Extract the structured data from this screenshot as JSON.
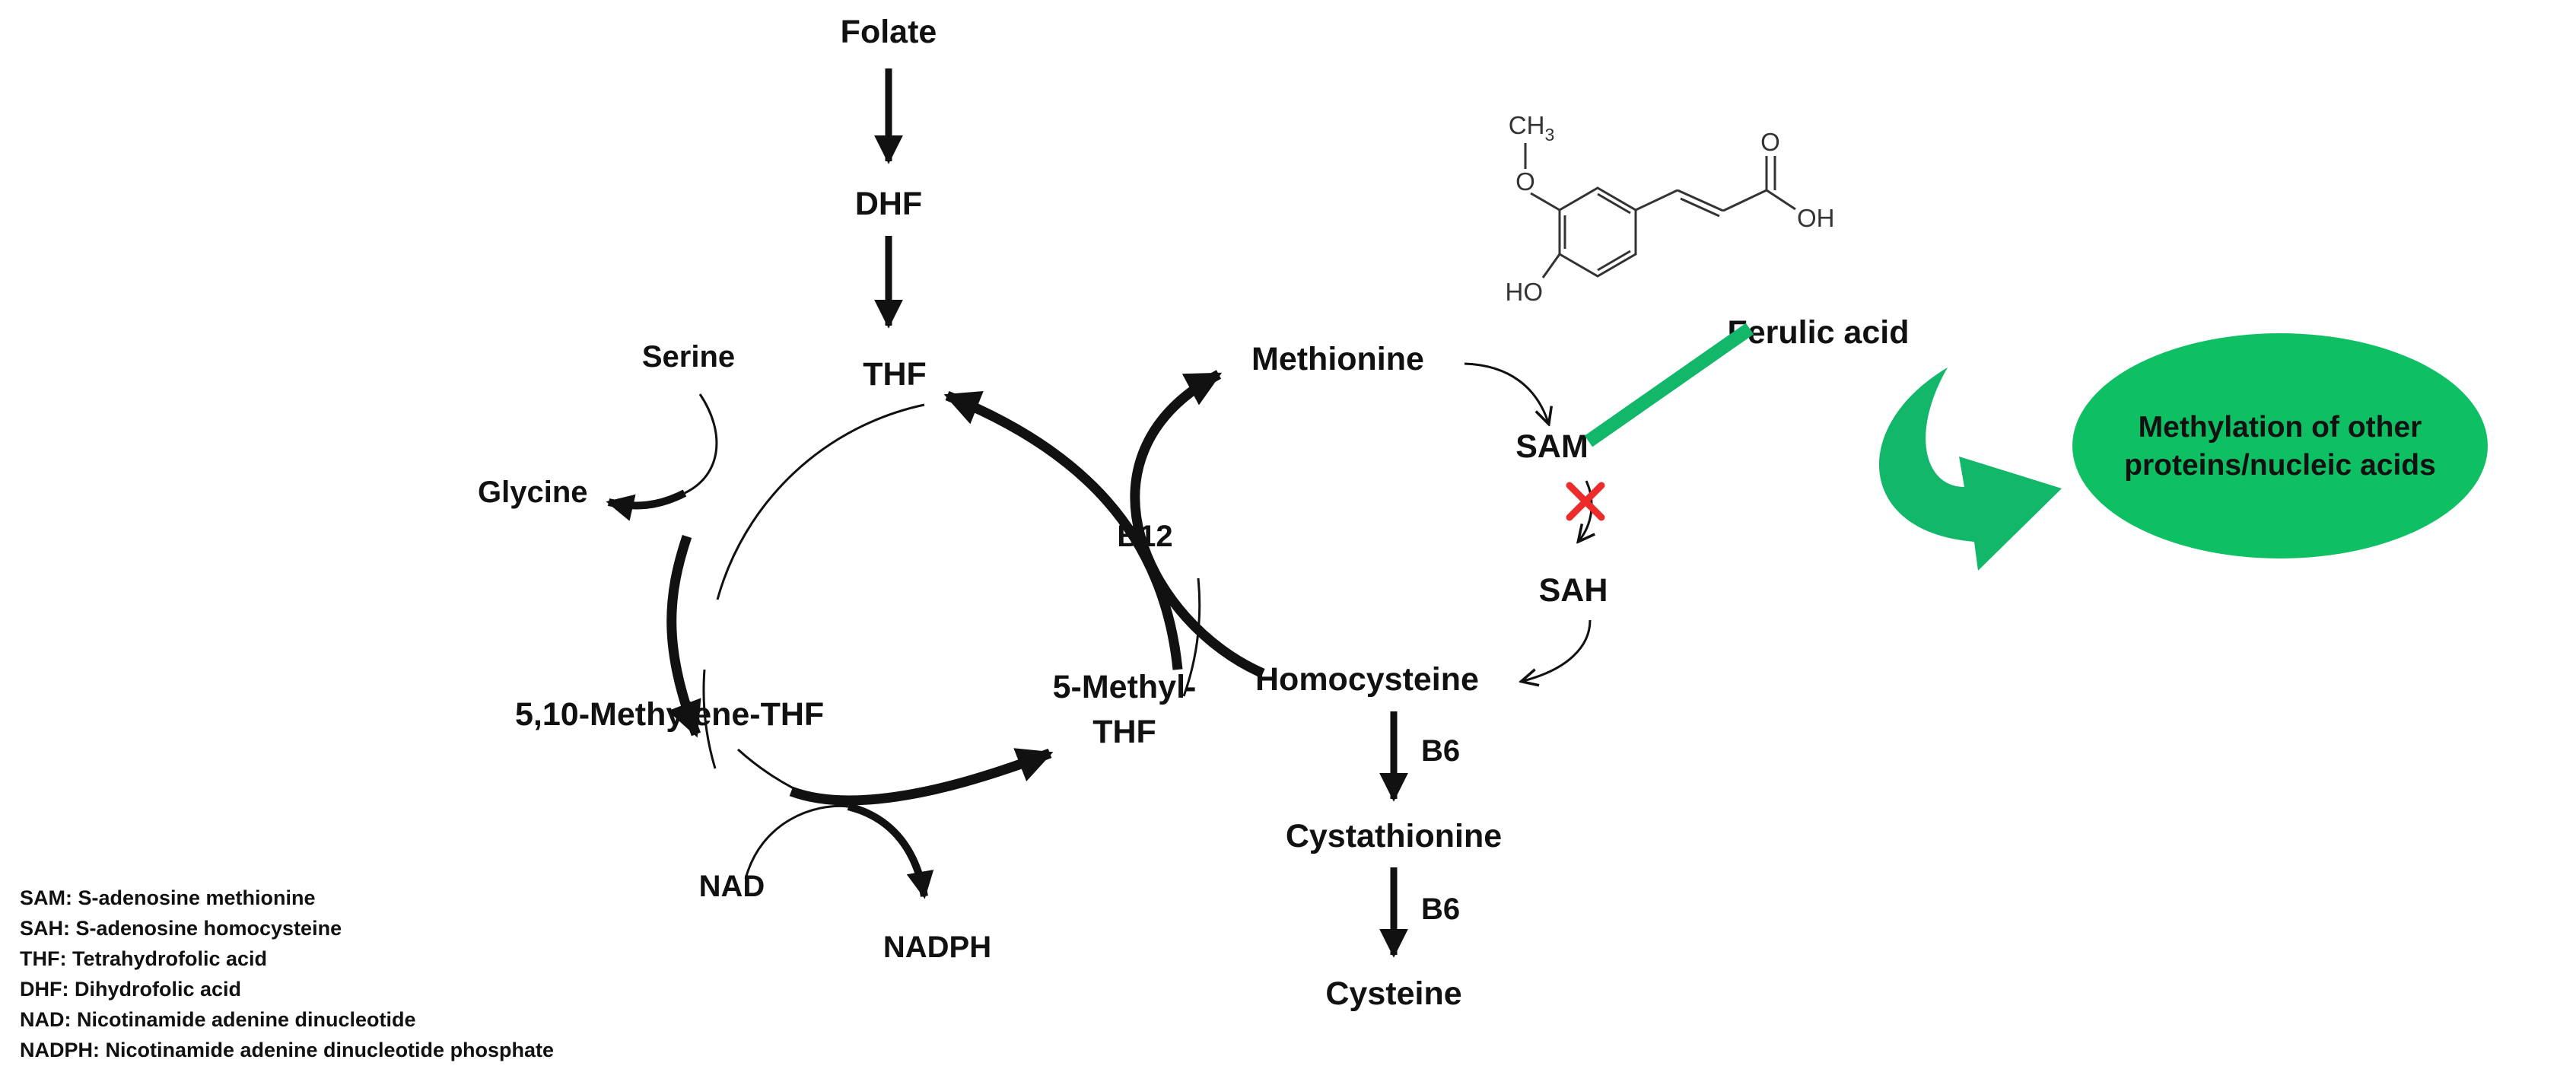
{
  "nodes": {
    "folate": "Folate",
    "dhf": "DHF",
    "thf": "THF",
    "serine": "Serine",
    "glycine": "Glycine",
    "methylene_thf": "5,10-Methylene-THF",
    "methyl_thf_line1": "5-Methyl-",
    "methyl_thf_line2": "THF",
    "nad": "NAD",
    "nadph": "NADPH",
    "b12": "B12",
    "methionine": "Methionine",
    "sam": "SAM",
    "sah": "SAH",
    "homocysteine": "Homocysteine",
    "b6_first": "B6",
    "cystathionine": "Cystathionine",
    "b6_second": "B6",
    "cysteine": "Cysteine"
  },
  "ferulic": {
    "name": "Ferulic acid",
    "ch3": "CH",
    "ch3_sub": "3",
    "ring_o": "O",
    "acid_o": "O",
    "oh": "OH",
    "ho": "HO"
  },
  "methylation": {
    "line1": "Methylation of other",
    "line2": "proteins/nucleic acids"
  },
  "legend": [
    "SAM: S-adenosine methionine",
    "SAH: S-adenosine homocysteine",
    "THF: Tetrahydrofolic acid",
    "DHF: Dihydrofolic acid",
    "NAD: Nicotinamide adenine dinucleotide",
    "NADPH:  Nicotinamide adenine dinucleotide phosphate"
  ],
  "colors": {
    "accent_green": "#12b76a",
    "ellipse_fill": "#0fbf63",
    "inhibit_red": "#ee2b2b",
    "arrow_black": "#111111"
  }
}
